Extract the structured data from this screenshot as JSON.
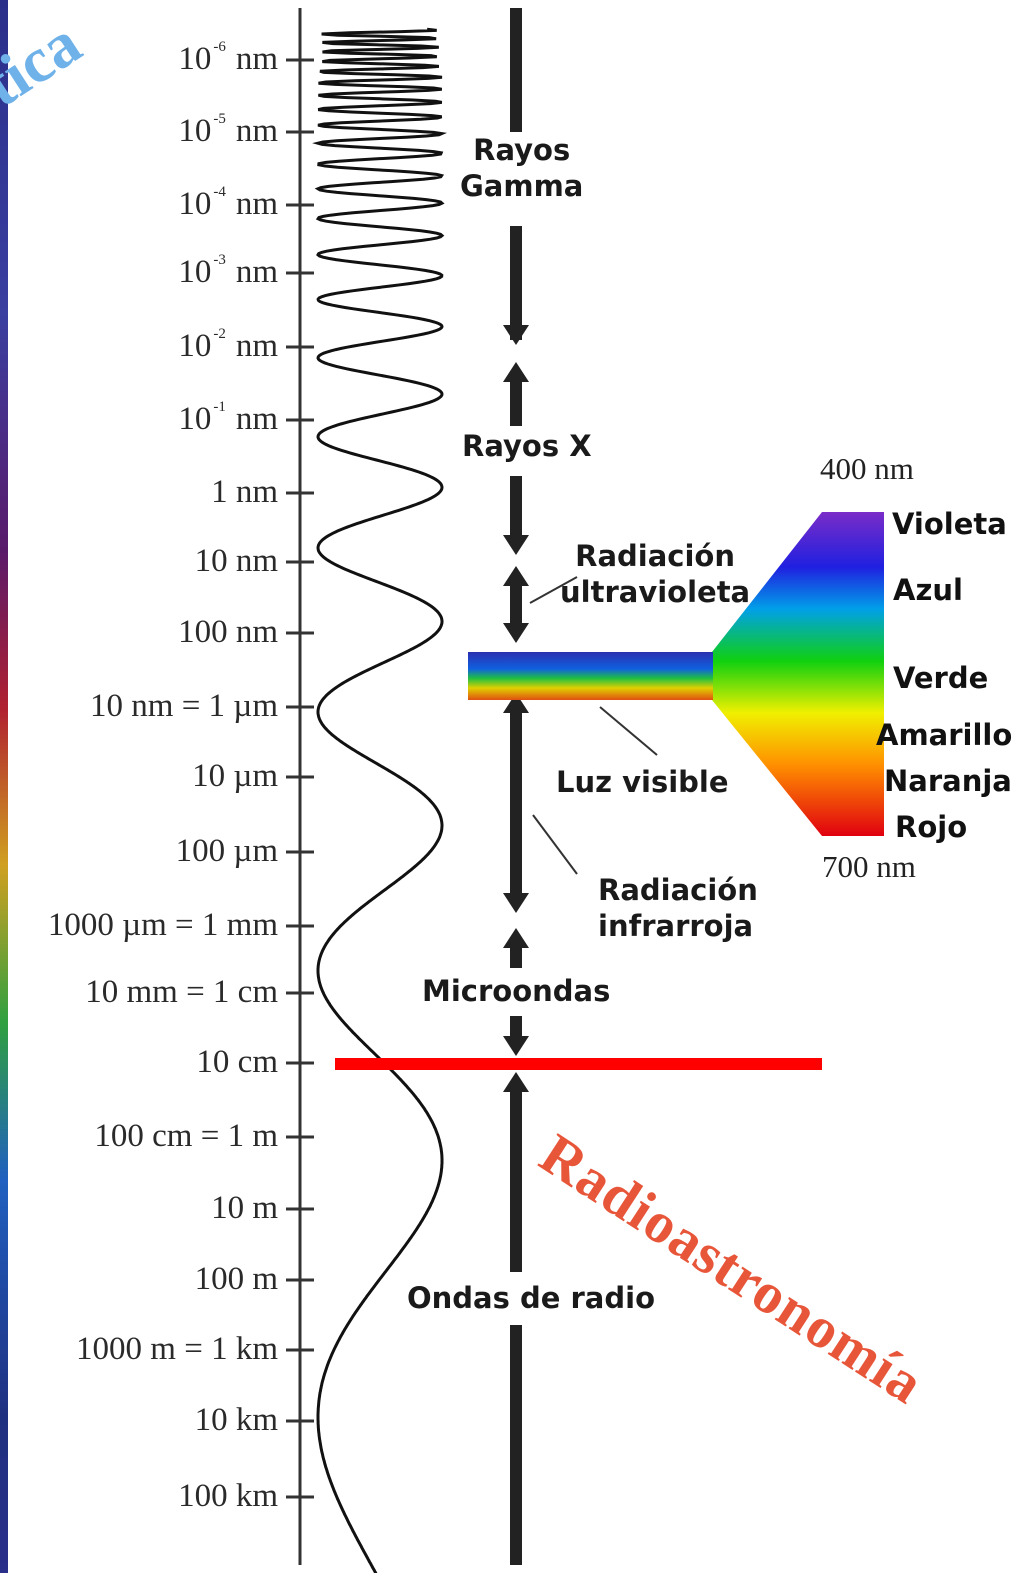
{
  "scale": {
    "ticks": [
      {
        "base": "10",
        "exp": "-6",
        "unit": "nm"
      },
      {
        "base": "10",
        "exp": "-5",
        "unit": "nm"
      },
      {
        "base": "10",
        "exp": "-4",
        "unit": "nm"
      },
      {
        "base": "10",
        "exp": "-3",
        "unit": "nm"
      },
      {
        "base": "10",
        "exp": "-2",
        "unit": "nm"
      },
      {
        "base": "10",
        "exp": "-1",
        "unit": "nm"
      },
      {
        "text": "1 nm"
      },
      {
        "text": "10 nm"
      },
      {
        "text": "100 nm"
      },
      {
        "text": "10   nm = 1 µm"
      },
      {
        "text": "10 µm"
      },
      {
        "text": "100 µm"
      },
      {
        "text": "1000 µm = 1 mm"
      },
      {
        "text": "10 mm = 1 cm"
      },
      {
        "text": "10 cm"
      },
      {
        "text": "100 cm = 1 m"
      },
      {
        "text": "10 m"
      },
      {
        "text": "100 m"
      },
      {
        "text": "1000 m = 1 km"
      },
      {
        "text": "10 km"
      },
      {
        "text": "100 km"
      }
    ]
  },
  "bands": {
    "gamma": "Rayos\nGamma",
    "xray": "Rayos X",
    "uv": "Radiación\nultravioleta",
    "visible": "Luz visible",
    "ir": "Radiación\ninfrarroja",
    "microwaves": "Microondas",
    "radio": "Ondas de radio"
  },
  "visible_spectrum": {
    "top_label": "400 nm",
    "bottom_label": "700 nm",
    "colors": [
      "Violeta",
      "Azul",
      "Verde",
      "Amarillo",
      "Naranja",
      "Rojo"
    ]
  },
  "watermarks": {
    "left": "tica",
    "right": "Radioastronomía"
  },
  "colors": {
    "cutoff_line": "#ff0000",
    "watermark_left": "#6fb2ea",
    "watermark_right": "#e8563a"
  }
}
